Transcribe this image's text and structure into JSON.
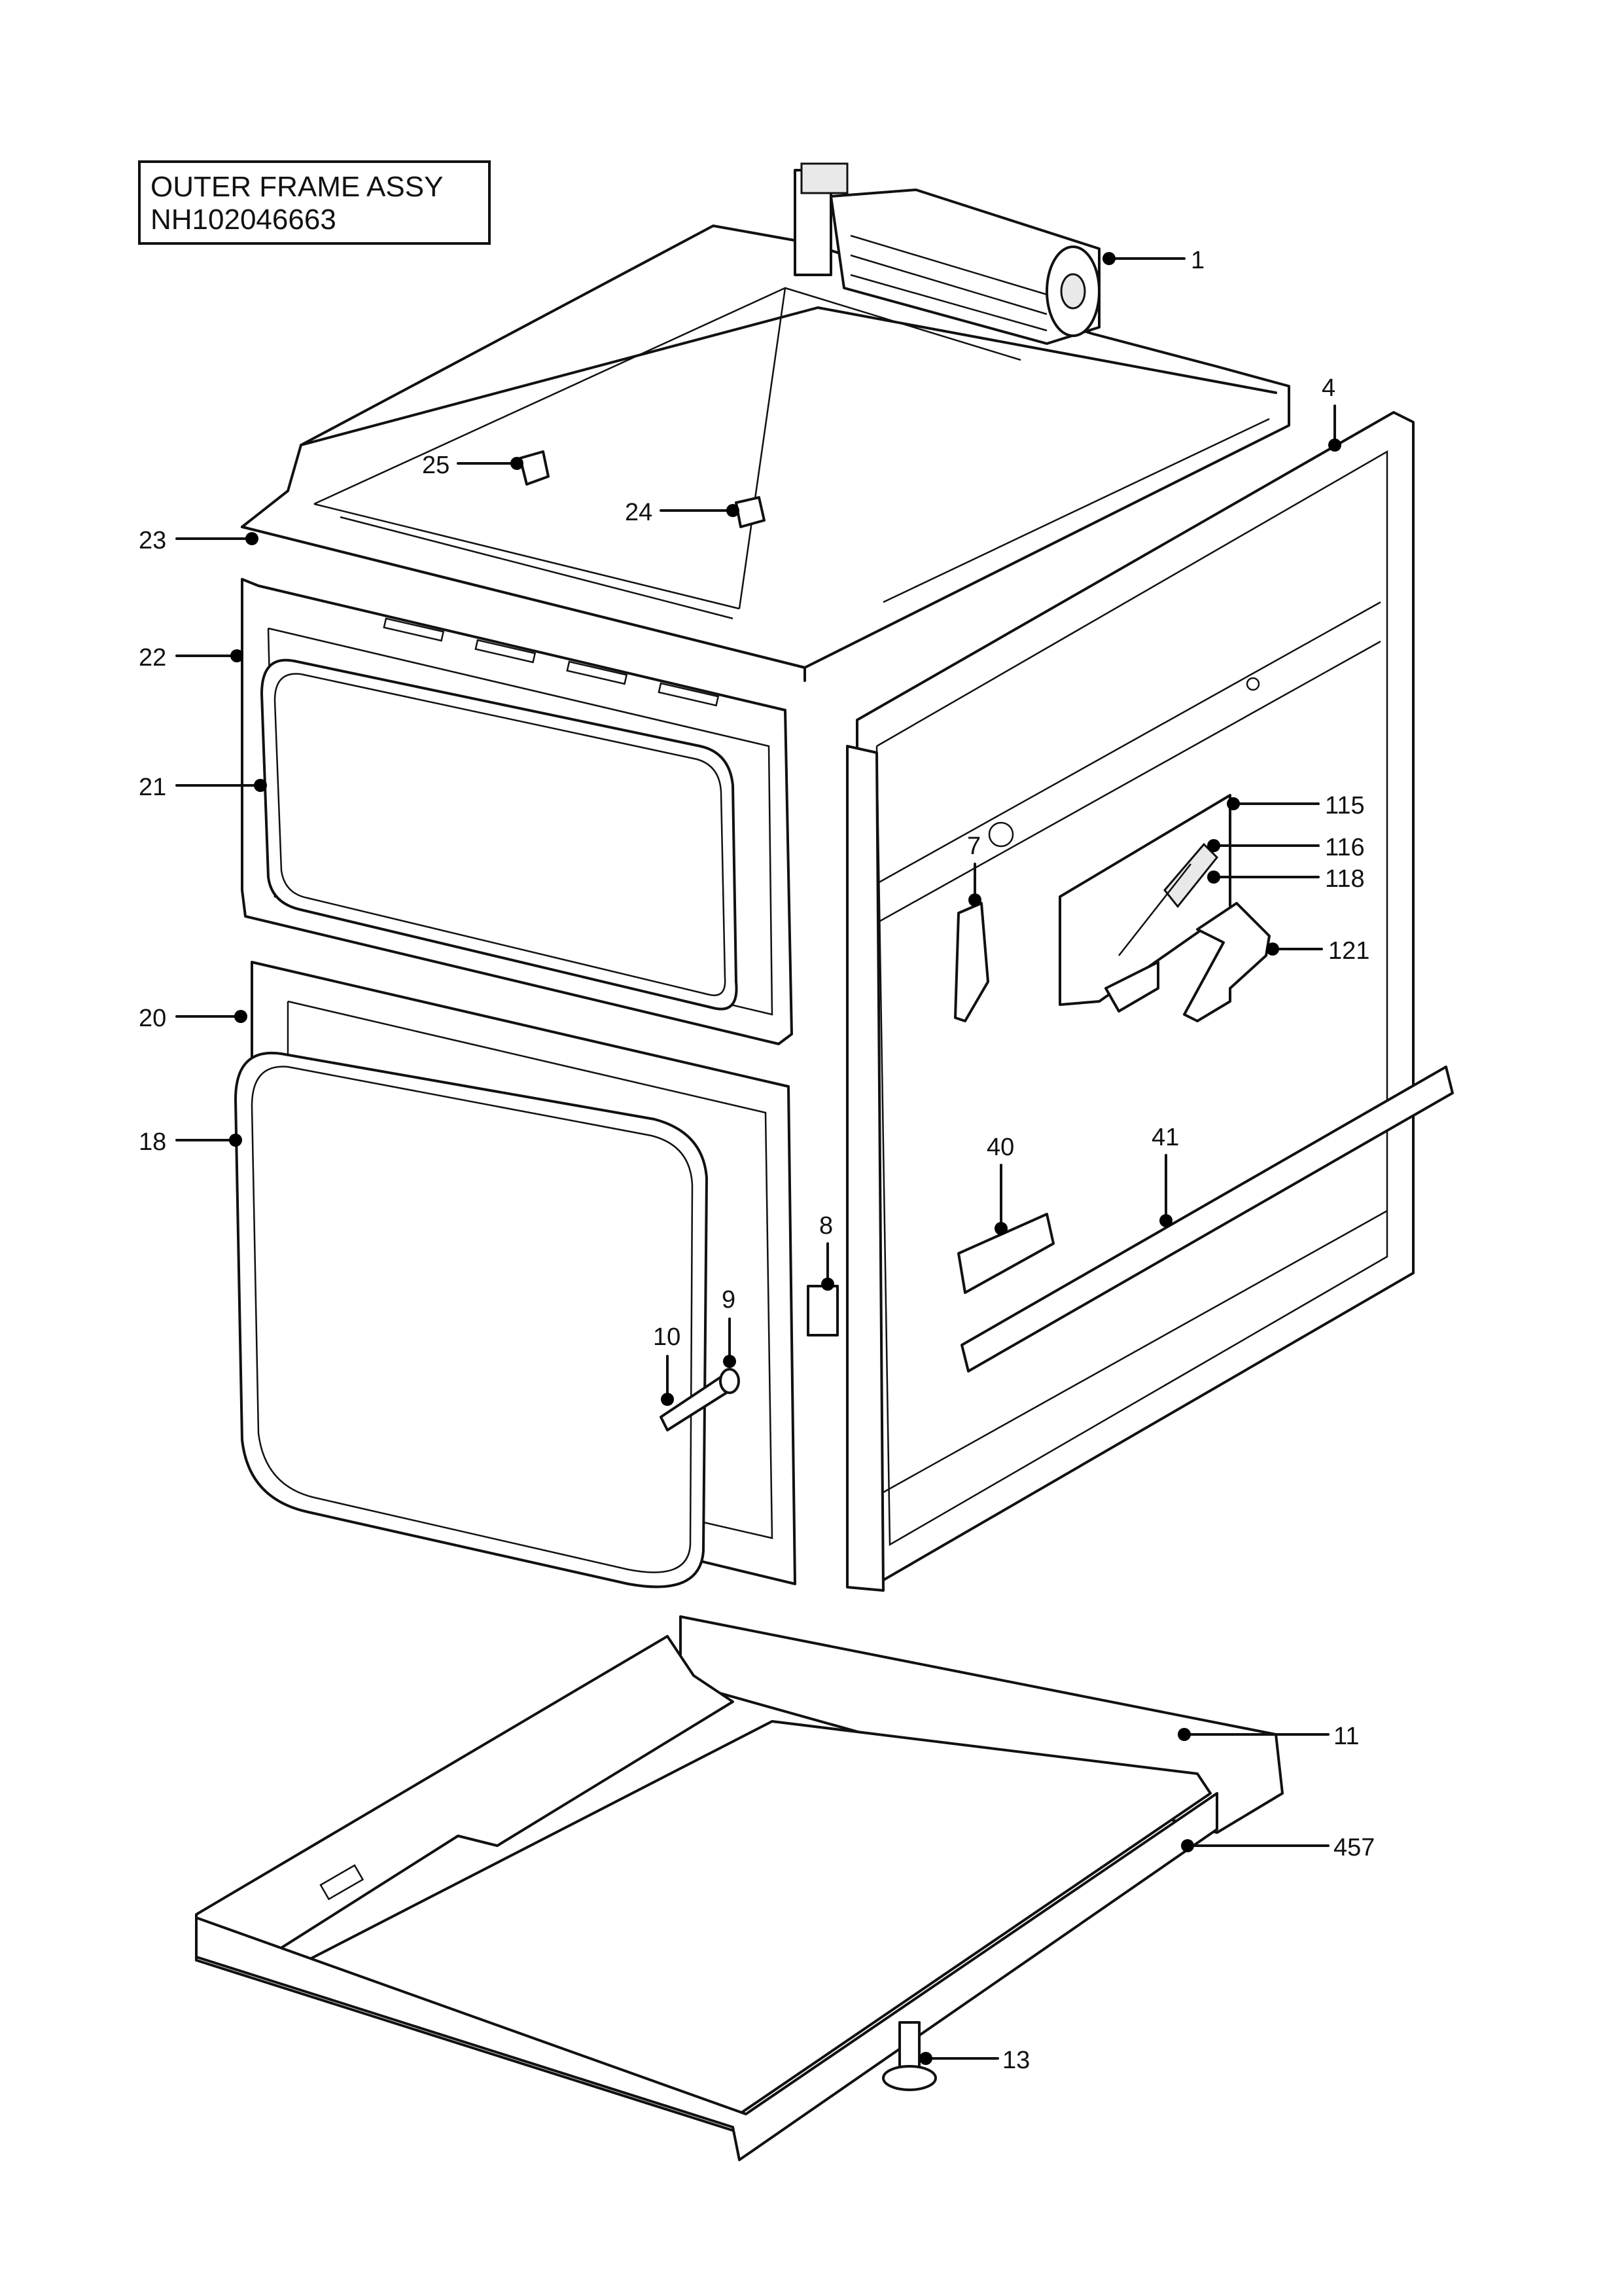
{
  "title_box": {
    "line1": "OUTER FRAME ASSY",
    "line2": "NH102046663"
  },
  "callouts": [
    {
      "id": "c1",
      "label": "1"
    },
    {
      "id": "c4",
      "label": "4"
    },
    {
      "id": "c25",
      "label": "25"
    },
    {
      "id": "c24",
      "label": "24"
    },
    {
      "id": "c23",
      "label": "23"
    },
    {
      "id": "c22",
      "label": "22"
    },
    {
      "id": "c21",
      "label": "21"
    },
    {
      "id": "c115",
      "label": "115"
    },
    {
      "id": "c116",
      "label": "116"
    },
    {
      "id": "c118",
      "label": "118"
    },
    {
      "id": "c121",
      "label": "121"
    },
    {
      "id": "c7",
      "label": "7"
    },
    {
      "id": "c20",
      "label": "20"
    },
    {
      "id": "c18",
      "label": "18"
    },
    {
      "id": "c40",
      "label": "40"
    },
    {
      "id": "c41",
      "label": "41"
    },
    {
      "id": "c8",
      "label": "8"
    },
    {
      "id": "c9",
      "label": "9"
    },
    {
      "id": "c10",
      "label": "10"
    },
    {
      "id": "c11",
      "label": "11"
    },
    {
      "id": "c457",
      "label": "457"
    },
    {
      "id": "c13",
      "label": "13"
    }
  ]
}
